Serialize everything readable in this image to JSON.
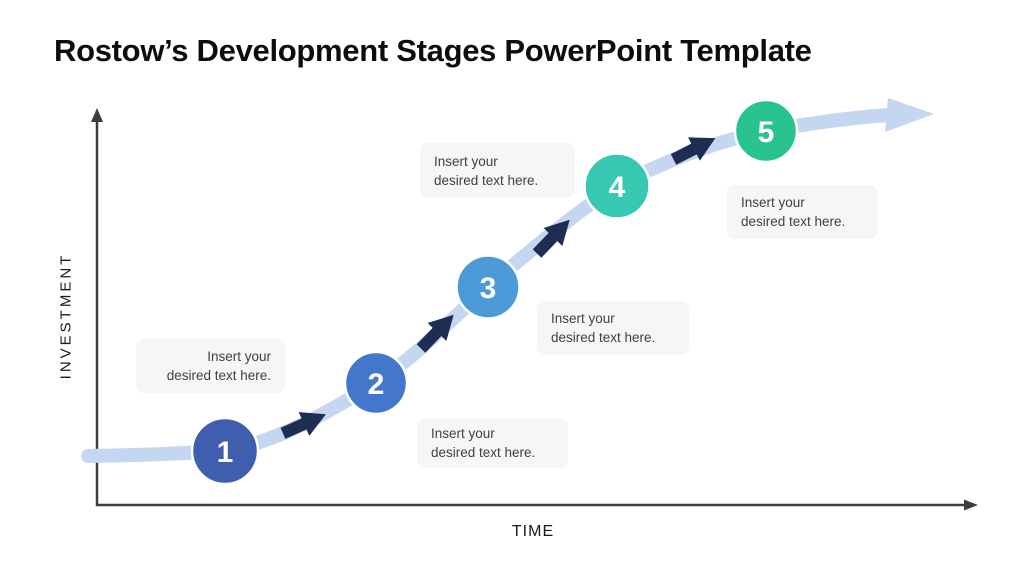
{
  "title": "Rostow’s Development Stages PowerPoint Template",
  "axes": {
    "y_label": "INVESTMENT",
    "x_label": "TIME"
  },
  "stages": [
    {
      "number": "1",
      "color": "#3F5EAD",
      "note": "Insert your\ndesired text here."
    },
    {
      "number": "2",
      "color": "#4377CB",
      "note": "Insert your\ndesired text here."
    },
    {
      "number": "3",
      "color": "#4C9BD8",
      "note": "Insert your\ndesired text here."
    },
    {
      "number": "4",
      "color": "#38C7B1",
      "note": "Insert your\ndesired text here."
    },
    {
      "number": "5",
      "color": "#29C38F",
      "note": "Insert your\ndesired text here."
    }
  ],
  "colors": {
    "curve": "#C4D6F0",
    "flow_arrow": "#1E2D52",
    "axis": "#3D3D3D",
    "note_background": "#F6F6F6",
    "note_text": "#404040"
  }
}
